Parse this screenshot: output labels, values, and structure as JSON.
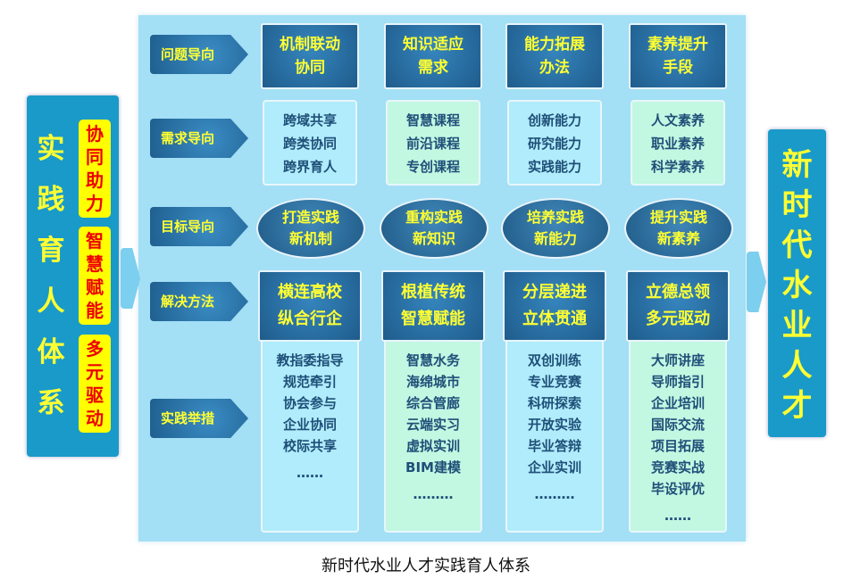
{
  "left": {
    "title": "实践育人体系",
    "tags": [
      "协同助力",
      "智慧赋能",
      "多元驱动"
    ]
  },
  "right": {
    "title": "新时代水业人才"
  },
  "rows": [
    "问题导向",
    "需求导向",
    "目标导向",
    "解决方法",
    "实践举措"
  ],
  "columns": [
    {
      "problem": [
        "机制联动",
        "协同"
      ],
      "needs": [
        "跨域共享",
        "跨类协同",
        "跨界育人"
      ],
      "goal": [
        "打造实践",
        "新机制"
      ],
      "method": [
        "横连高校",
        "纵合行企"
      ],
      "actions": [
        "教指委指导",
        "规范牵引",
        "协会参与",
        "企业协同",
        "校际共享"
      ],
      "more": "……"
    },
    {
      "problem": [
        "知识适应",
        "需求"
      ],
      "needs": [
        "智慧课程",
        "前沿课程",
        "专创课程"
      ],
      "goal": [
        "重构实践",
        "新知识"
      ],
      "method": [
        "根植传统",
        "智慧赋能"
      ],
      "actions": [
        "智慧水务",
        "海绵城市",
        "综合管廊",
        "云端实习",
        "虚拟实训",
        "BIM建模"
      ],
      "more": "………"
    },
    {
      "problem": [
        "能力拓展",
        "办法"
      ],
      "needs": [
        "创新能力",
        "研究能力",
        "实践能力"
      ],
      "goal": [
        "培养实践",
        "新能力"
      ],
      "method": [
        "分层递进",
        "立体贯通"
      ],
      "actions": [
        "双创训练",
        "专业竞赛",
        "科研探索",
        "开放实验",
        "毕业答辩",
        "企业实训"
      ],
      "more": "………"
    },
    {
      "problem": [
        "素养提升",
        "手段"
      ],
      "needs": [
        "人文素养",
        "职业素养",
        "科学素养"
      ],
      "goal": [
        "提升实践",
        "新素养"
      ],
      "method": [
        "立德总领",
        "多元驱动"
      ],
      "actions": [
        "大师讲座",
        "导师指引",
        "企业培训",
        "国际交流",
        "项目拓展",
        "竞赛实战",
        "毕设评优"
      ],
      "more": "……"
    }
  ],
  "caption": "新时代水业人才实践育人体系"
}
